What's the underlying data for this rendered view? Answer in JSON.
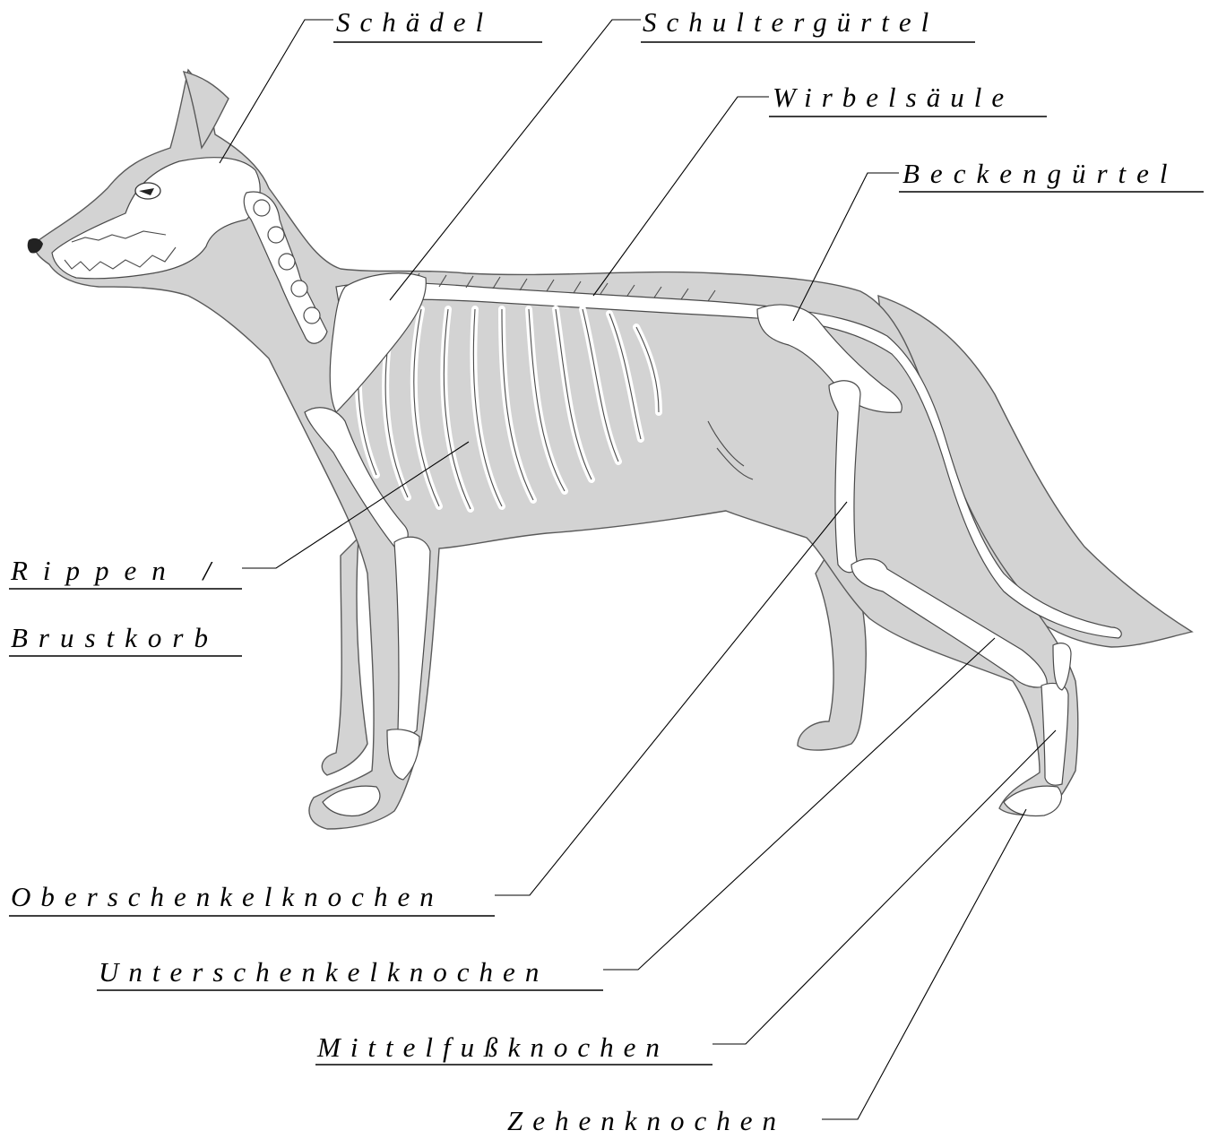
{
  "labels": {
    "schaedel": "Schädel",
    "schultergurtel": "Schultergürtel",
    "wirbelsaule": "Wirbelsäule",
    "beckengurtel": "Beckengürtel",
    "rippen_1": "Rippen /",
    "rippen_2": "Brustkorb",
    "oberschenkel": "Oberschenkelknochen",
    "unterschenkel": "Unterschenkelknochen",
    "mittelfuss": "Mittelfußknochen",
    "zehen": "Zehenknochen"
  },
  "colors": {
    "body_fill": "#d3d3d3",
    "bone_fill": "#ffffff",
    "outline": "#4a4a4a",
    "label_lines": "#000000"
  }
}
